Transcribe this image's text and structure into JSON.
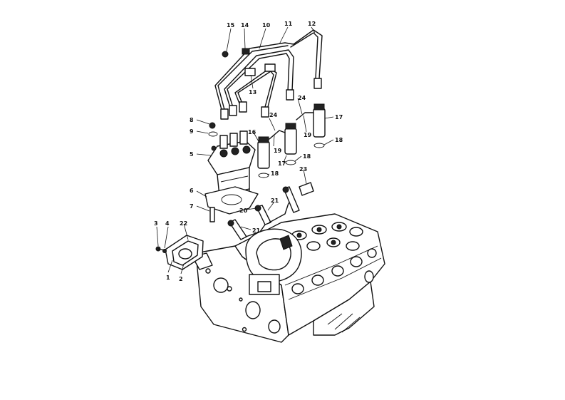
{
  "diagram": {
    "callouts": [
      {
        "id": "c1",
        "text": "1"
      },
      {
        "id": "c2",
        "text": "2"
      },
      {
        "id": "c3",
        "text": "3"
      },
      {
        "id": "c4",
        "text": "4"
      },
      {
        "id": "c5",
        "text": "5"
      },
      {
        "id": "c6",
        "text": "6"
      },
      {
        "id": "c7",
        "text": "7"
      },
      {
        "id": "c8",
        "text": "8"
      },
      {
        "id": "c9",
        "text": "9"
      },
      {
        "id": "c10",
        "text": "10"
      },
      {
        "id": "c11",
        "text": "11"
      },
      {
        "id": "c12",
        "text": "12"
      },
      {
        "id": "c13",
        "text": "13"
      },
      {
        "id": "c14",
        "text": "14"
      },
      {
        "id": "c15",
        "text": "15"
      },
      {
        "id": "c16",
        "text": "16"
      },
      {
        "id": "c17a",
        "text": "17"
      },
      {
        "id": "c17b",
        "text": "17"
      },
      {
        "id": "c18a",
        "text": "18"
      },
      {
        "id": "c18b",
        "text": "18"
      },
      {
        "id": "c18c",
        "text": "18"
      },
      {
        "id": "c19a",
        "text": "19"
      },
      {
        "id": "c19b",
        "text": "19"
      },
      {
        "id": "c20",
        "text": "20"
      },
      {
        "id": "c21a",
        "text": "21"
      },
      {
        "id": "c21b",
        "text": "21"
      },
      {
        "id": "c22",
        "text": "22"
      },
      {
        "id": "c23",
        "text": "23"
      },
      {
        "id": "c24a",
        "text": "24"
      },
      {
        "id": "c24b",
        "text": "24"
      }
    ]
  }
}
